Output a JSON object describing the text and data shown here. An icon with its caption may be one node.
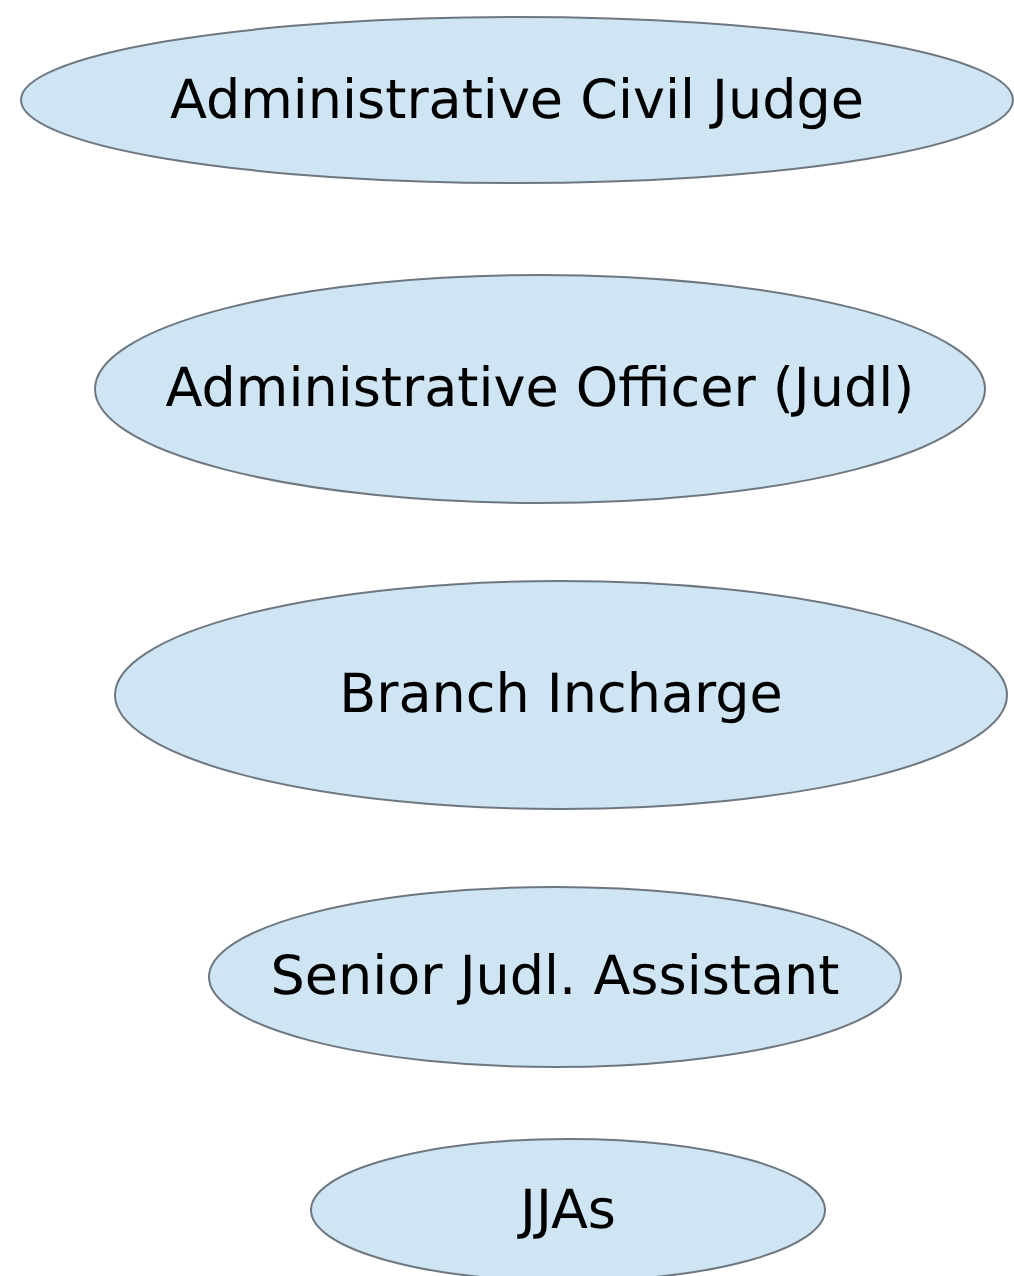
{
  "diagram": {
    "nodes": [
      {
        "text": [
          "Administrative Civil Judge"
        ]
      },
      {
        "text": [
          "Administrative Officer (Judl)"
        ]
      },
      {
        "text": [
          "Branch Incharge"
        ]
      },
      {
        "text": [
          "Senior Judl. Assistant"
        ]
      },
      {
        "text": [
          "JJAs"
        ]
      }
    ]
  }
}
